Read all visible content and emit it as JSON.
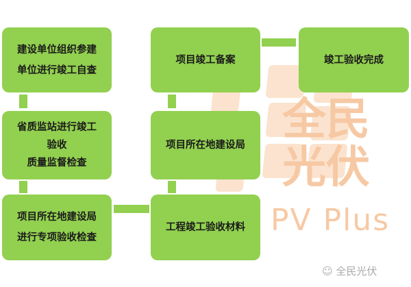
{
  "diagram": {
    "boxes": [
      {
        "id": "b1",
        "lines": [
          "建设单位组织参建",
          "单位进行竣工自查"
        ]
      },
      {
        "id": "b2",
        "lines": [
          "省质监站进行竣工",
          "验收",
          "质量监督检查"
        ]
      },
      {
        "id": "b3",
        "lines": [
          "项目所在地建设局",
          "进行专项验收检查"
        ]
      },
      {
        "id": "b4",
        "lines": [
          "工程竣工验收材料"
        ]
      },
      {
        "id": "b5",
        "lines": [
          "项目所在地建设局"
        ]
      },
      {
        "id": "b6",
        "lines": [
          "项目竣工备案"
        ]
      },
      {
        "id": "b7",
        "lines": [
          "竣工验收完成"
        ]
      }
    ],
    "accent_color": "#92d050"
  },
  "watermark": {
    "cn": "全民光伏",
    "en": "PV Plus",
    "wechat": "全民光伏",
    "color": "#f6b98a"
  }
}
